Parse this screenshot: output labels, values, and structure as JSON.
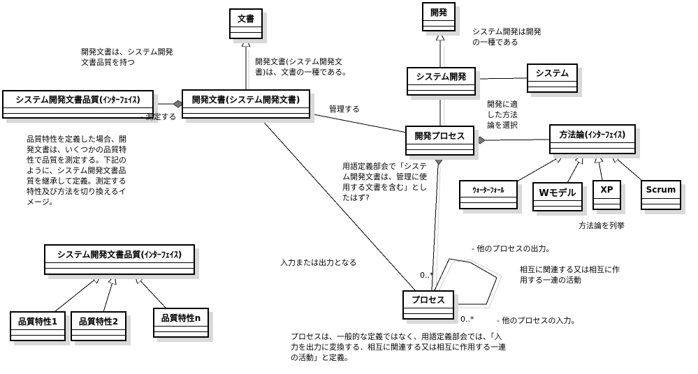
{
  "diagram": {
    "type": "uml-class-diagram",
    "classes": {
      "document": {
        "name": "文書"
      },
      "dev_document": {
        "name": "開発文書(システム開発文書)"
      },
      "quality_iface_top": {
        "name": "システム開発文書品質(ｲﾝﾀｰﾌｪｲｽ)"
      },
      "development": {
        "name": "開発"
      },
      "system_development": {
        "name": "システム開発"
      },
      "system": {
        "name": "システム"
      },
      "dev_process": {
        "name": "開発プロセス"
      },
      "methodology": {
        "name": "方法論(ｲﾝﾀｰﾌｪｲｽ)"
      },
      "waterfall": {
        "name": "ｳｫｰﾀｰﾌｫｰﾙ"
      },
      "w_model": {
        "name": "Wモデル"
      },
      "xp": {
        "name": "XP"
      },
      "scrum": {
        "name": "Scrum"
      },
      "process": {
        "name": "プロセス"
      },
      "quality_iface_bottom": {
        "name": "システム開発文書品質(ｲﾝﾀｰﾌｪｲｽ)"
      },
      "quality_char_1": {
        "name": "品質特性1"
      },
      "quality_char_2": {
        "name": "品質特性2"
      },
      "quality_char_n": {
        "name": "品質特性n"
      }
    },
    "labels": {
      "has_quality": "開発文書は、システム開発\n文書品質を持つ",
      "measure": "- 測定する",
      "doc_is_kind": "開発文書(システム開発文\n書)は、文書の一種である。",
      "manage": "管理する",
      "sysdev_is_kind": "システム開発は開発\nの一種である",
      "select_method": "開発に適\nした方法\n論を選択",
      "quality_note": "品質特性を定義した場合、開\n発文書は、いくつかの品質特\n性で品質を測定する。下記の\nように、システム開発文書品\n質を継承して定義。測定する\n特性及び方法を切り換えるイ\nメージ。",
      "terms_note": "用語定義部会で「システ\nム開発文書は、管理に使\n用する文書を含む」とし\nたはず?",
      "enumerate_methods": "方法論を列挙",
      "input_or_output": "入力または出力となる",
      "other_output": "- 他のプロセスの出力。",
      "mult_top": "0..*",
      "mutual_activity": "相互に関連する又は相互に作\n用する一連の活動",
      "mult_bottom": "0..*",
      "other_input": "- 他のプロセスの入力。",
      "process_definition": "プロセスは、一般的な定義ではなく、用語定義部会では、「入\n力を出力に変換する．相互に関連する又は相互に作用する一連\nの活動」と定義。"
    },
    "relationships": [
      {
        "from": "dev_document",
        "to": "document",
        "kind": "generalization"
      },
      {
        "from": "system_development",
        "to": "development",
        "kind": "generalization"
      },
      {
        "from": "dev_document",
        "to": "quality_iface_top",
        "kind": "aggregation",
        "label": "- 測定する"
      },
      {
        "from": "dev_document",
        "to": "dev_process",
        "kind": "association",
        "label": "管理する"
      },
      {
        "from": "system_development",
        "to": "system",
        "kind": "association"
      },
      {
        "from": "system_development",
        "to": "dev_process",
        "kind": "association"
      },
      {
        "from": "dev_process",
        "to": "methodology",
        "kind": "aggregation"
      },
      {
        "from": "dev_process",
        "to": "process",
        "kind": "aggregation",
        "multiplicity": "0..*"
      },
      {
        "from": "waterfall",
        "to": "methodology",
        "kind": "realization"
      },
      {
        "from": "w_model",
        "to": "methodology",
        "kind": "realization"
      },
      {
        "from": "xp",
        "to": "methodology",
        "kind": "realization"
      },
      {
        "from": "scrum",
        "to": "methodology",
        "kind": "realization"
      },
      {
        "from": "dev_document",
        "to": "process",
        "kind": "association",
        "label": "入力または出力となる"
      },
      {
        "from": "process",
        "to": "process",
        "kind": "self-association",
        "multiplicity": "0..*"
      },
      {
        "from": "quality_char_1",
        "to": "quality_iface_bottom",
        "kind": "realization"
      },
      {
        "from": "quality_char_2",
        "to": "quality_iface_bottom",
        "kind": "realization"
      },
      {
        "from": "quality_char_n",
        "to": "quality_iface_bottom",
        "kind": "realization"
      }
    ]
  }
}
